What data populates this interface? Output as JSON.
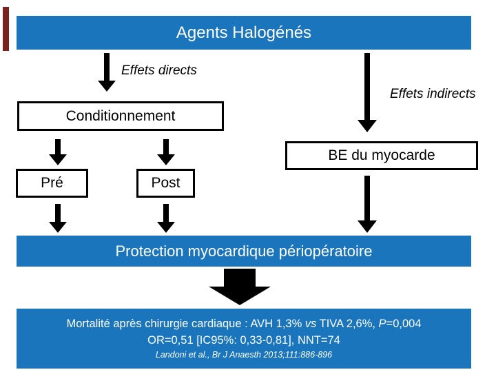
{
  "colors": {
    "accent": "#1b75bc",
    "red_mark": "#7b2220",
    "arrow": "#000000",
    "box_border": "#000000",
    "bar_text": "#fdfffe"
  },
  "title": "Agents Halogénés",
  "labels": {
    "effets_directs": "Effets directs",
    "effets_indirects": "Effets indirects"
  },
  "boxes": {
    "conditionnement": "Conditionnement",
    "pre": "Pré",
    "post": "Post",
    "be_myocarde": "BE du myocarde"
  },
  "protection_bar": {
    "text": "Protection myocardique périopératoire"
  },
  "result_box": {
    "line1": {
      "a": "Mortalité après chirurgie cardiaque : AVH 1,3% ",
      "vs": "vs",
      "b": " TIVA 2,6%, ",
      "p": "P",
      "c": "=0,004"
    },
    "line2": "OR=0,51 [IC95%: 0,33-0,81], NNT=74",
    "citation": "Landoni et al., Br J Anaesth 2013;111:886-896"
  },
  "icons": {
    "down_arrow": "arrow-down",
    "block_down_arrow": "fat-arrow-down"
  }
}
